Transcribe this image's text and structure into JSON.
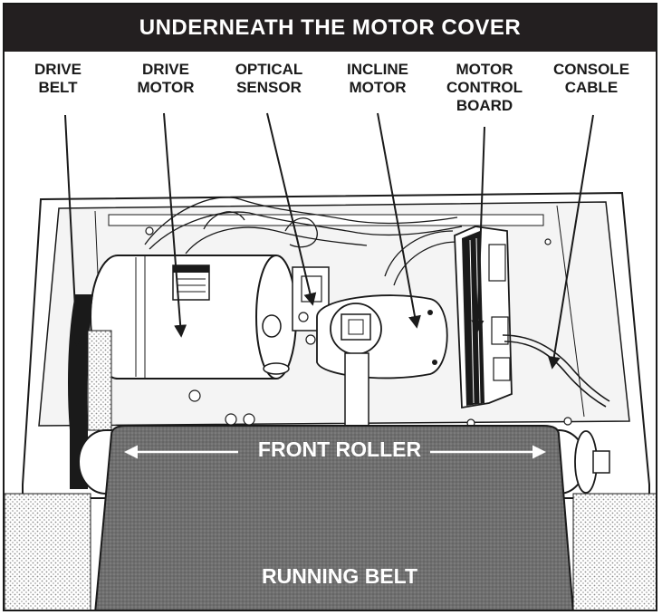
{
  "title": "UNDERNEATH THE MOTOR COVER",
  "labels": {
    "drive_belt": "DRIVE\nBELT",
    "drive_motor": "DRIVE\nMOTOR",
    "optical_sensor": "OPTICAL\nSENSOR",
    "incline_motor": "INCLINE\nMOTOR",
    "motor_control_board": "MOTOR\nCONTROL\nBOARD",
    "console_cable": "CONSOLE\nCABLE"
  },
  "front_roller_label": "FRONT ROLLER",
  "running_belt_label": "RUNNING BELT",
  "colors": {
    "title_bar": "#231f20",
    "line": "#1a1a1a",
    "belt": "#6b6b6b",
    "text": "#1a1a1a"
  }
}
